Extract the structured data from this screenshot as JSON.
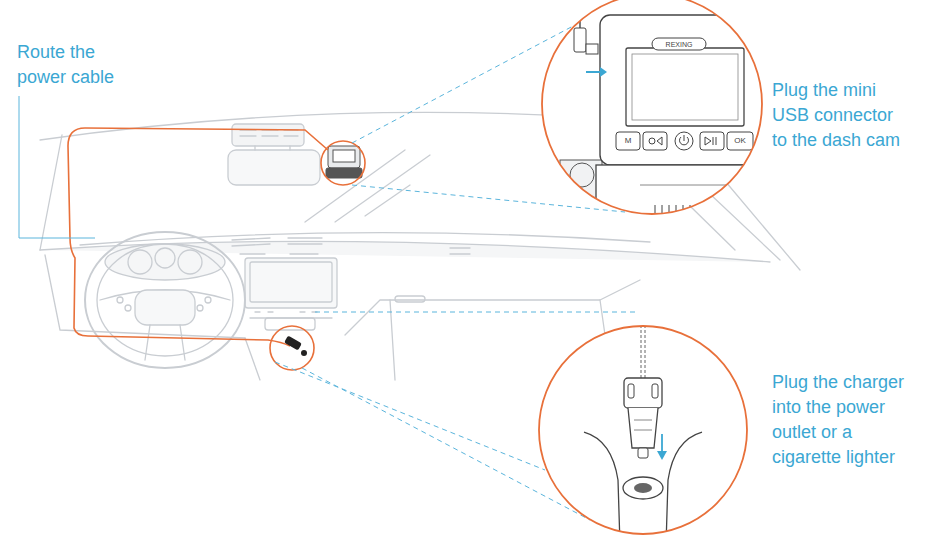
{
  "diagram": {
    "labels": [
      "Route the power cable",
      "Plug the mini USB connector to the dash cam",
      "Plug the charger into the power outlet or a cigarette lighter",
      "REXING",
      "M",
      "OK"
    ]
  }
}
